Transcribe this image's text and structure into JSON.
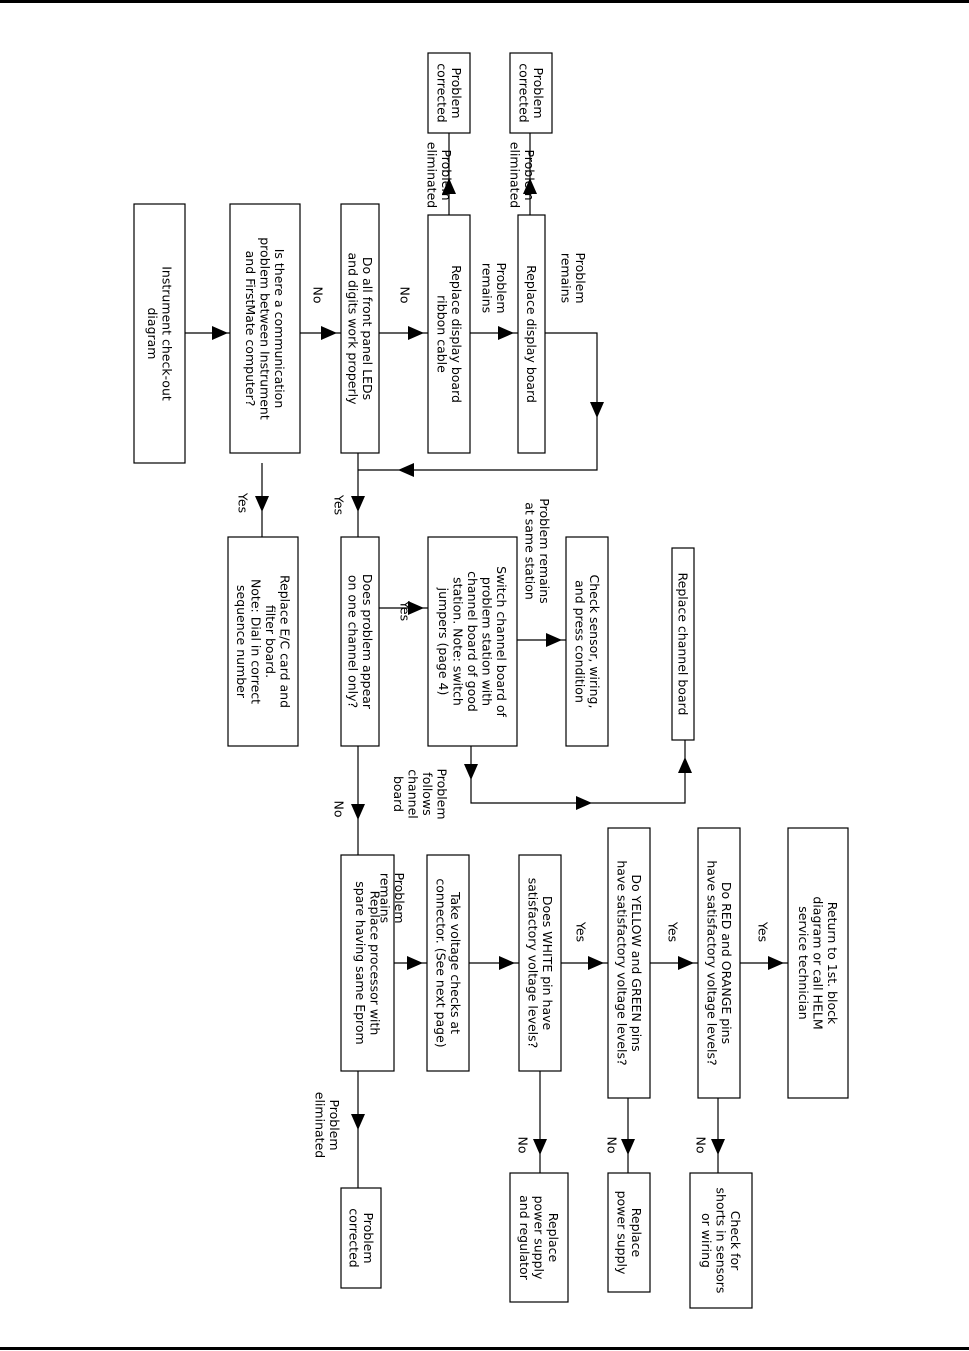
{
  "boxes": {
    "title": [
      "Instrument check-out",
      "diagram"
    ],
    "comm_question": [
      "Is there a communication",
      "problem between Instrument",
      "and FirstMate computer?"
    ],
    "leds_question": [
      "Do all front panel LEDs",
      "and digits work properly"
    ],
    "replace_ribbon": [
      "Replace display board",
      "ribbon cable"
    ],
    "replace_display": [
      "Replace display board"
    ],
    "problem_corrected_1": [
      "Problem",
      "corrected"
    ],
    "problem_corrected_2": [
      "Problem",
      "corrected"
    ],
    "replace_eic": [
      "Replace E/C card and",
      "filter board.",
      "Note: Dial in correct",
      "sequence number"
    ],
    "one_channel": [
      "Does problem appear",
      "on one channel only?"
    ],
    "switch_channel": [
      "Switch channel board of",
      "problem station with",
      "channel board of good",
      "station. Note: switch",
      "jumpers (page 4)"
    ],
    "check_sensor": [
      "Check sensor, wiring,",
      "and press condition"
    ],
    "replace_channel": [
      "Replace channel board"
    ],
    "replace_processor": [
      "Replace processor with",
      "spare having same Eprom"
    ],
    "voltage_checks": [
      "Take voltage checks at",
      "connector. (See next page)"
    ],
    "white_pin": [
      "Does WHITE pin have",
      "satisfactory voltage levels?"
    ],
    "yellow_green": [
      "Do YELLOW and GREEN pins",
      "have satisfactory voltage levels?"
    ],
    "red_orange": [
      "Do RED and ORANGE pins",
      "have satisfactory voltage levels?"
    ],
    "return_block": [
      "Return to 1st. block",
      "diagram or call HELM",
      "service technician"
    ],
    "problem_corrected_3": [
      "Problem",
      "corrected"
    ],
    "replace_psu_reg": [
      "Replace",
      "power supply",
      "and regulator"
    ],
    "replace_psu": [
      "Replace",
      "power supply"
    ],
    "check_shorts": [
      "Check for",
      "shorts in sensors",
      "or wiring"
    ]
  },
  "labels": {
    "no_comm": "No",
    "no_leds": "No",
    "eliminated_1": [
      "Problem",
      "eliminated"
    ],
    "eliminated_2": [
      "Problem",
      "eliminated"
    ],
    "remains_1": [
      "Problem",
      "remains"
    ],
    "remains_2": [
      "Problem",
      "remains"
    ],
    "yes_comm": "Yes",
    "yes_leds": "Yes",
    "yes_channel": "Yes",
    "remains_same_station": [
      "Problem remains",
      "at same station"
    ],
    "follows_channel": [
      "Problem",
      "follows",
      "channel",
      "board"
    ],
    "no_channel": "No",
    "eliminated_3": [
      "Problem",
      "eliminated"
    ],
    "remains_3": [
      "Problem",
      "remains"
    ],
    "yes_white": "Yes",
    "yes_yellow": "Yes",
    "yes_red": "Yes",
    "no_white": "No",
    "no_yellow": "No",
    "no_red": "No"
  }
}
